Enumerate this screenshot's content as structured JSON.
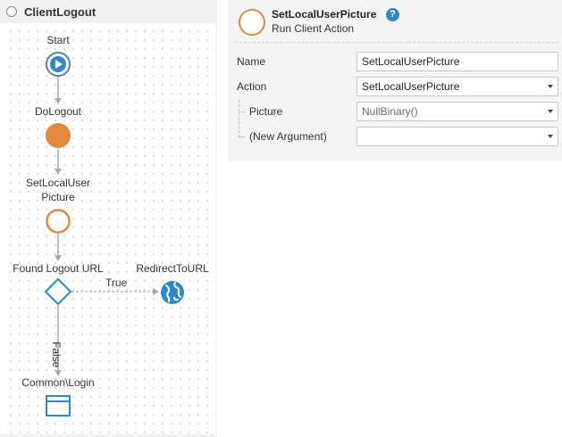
{
  "flow": {
    "title": "ClientLogout",
    "nodes": {
      "start": {
        "label": "Start",
        "icon": "play-icon"
      },
      "dologout": {
        "label": "DoLogout",
        "icon": "run-action-icon"
      },
      "setpicture": {
        "label": "SetLocalUser Picture",
        "icon": "run-client-action-icon"
      },
      "ifnode": {
        "label": "Found Logout URL",
        "icon": "if-diamond-icon"
      },
      "redirect": {
        "label": "RedirectToURL",
        "icon": "globe-icon"
      },
      "login": {
        "label": "Common\\Login",
        "icon": "screen-destination-icon"
      }
    },
    "edges": {
      "true_label": "True",
      "false_label": "False"
    }
  },
  "properties": {
    "title": "SetLocalUserPicture",
    "subtitle": "Run Client Action",
    "help_icon": "?",
    "rows": [
      {
        "label": "Name",
        "value": "SetLocalUserPicture",
        "dropdown": false,
        "muted": false
      },
      {
        "label": "Action",
        "value": "SetLocalUserPicture",
        "dropdown": true,
        "muted": false
      },
      {
        "label": "Picture",
        "value": "NullBinary()",
        "dropdown": true,
        "muted": true
      },
      {
        "label": "(New Argument)",
        "value": "",
        "dropdown": true,
        "muted": false
      }
    ]
  },
  "colors": {
    "accent_orange": "#e0893f",
    "accent_blue": "#2d88c8",
    "connector_gray": "#a9a9a9"
  }
}
